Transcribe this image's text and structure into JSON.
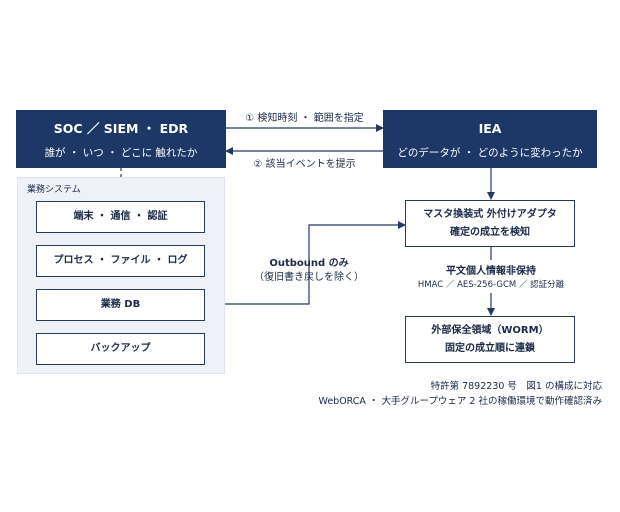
{
  "soc": {
    "title": "SOC ／ SIEM ・ EDR",
    "subtitle": "誰が ・ いつ ・ どこに 触れたか"
  },
  "iea": {
    "title": "IEA",
    "subtitle": "どのデータが ・ どのように変わったか"
  },
  "arrows": {
    "top": "① 検知時刻 ・ 範囲を指定",
    "bottom": "② 該当イベントを提示",
    "outbound_1": "Outbound のみ",
    "outbound_2": "（復旧書き戻しを除く）"
  },
  "business_system": {
    "label": "業務システム",
    "items": [
      "端末 ・ 通信 ・ 認証",
      "プロセス ・ ファイル ・ ログ",
      "業務 DB",
      "バックアップ"
    ]
  },
  "adapter": {
    "line1": "マスタ換装式 外付けアダプタ",
    "line2": "確定の成立を検知"
  },
  "privacy": {
    "line1": "平文個人情報非保持",
    "line2": "HMAC ／ AES-256-GCM ／ 認証分離"
  },
  "worm": {
    "line1": "外部保全領域（WORM）",
    "line2": "固定の成立順に連鎖"
  },
  "footer": {
    "line1": "特許第 7892230 号　図1 の構成に対応",
    "line2": "WebORCA ・ 大手グループウェア 2 社の稼働環境で動作確認済み"
  },
  "colors": {
    "navy": "#1d3766",
    "text": "#1b2a47",
    "group_bg": "#eef1f8"
  }
}
